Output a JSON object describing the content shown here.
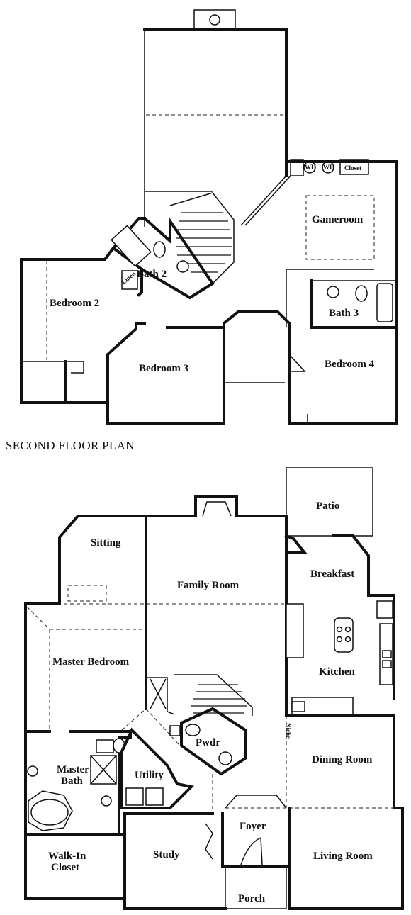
{
  "second_floor": {
    "title": "SECOND FLOOR PLAN",
    "rooms": {
      "bedroom_2": "Bedroom 2",
      "bath_2": "Bath 2",
      "linen": "Linen",
      "bedroom_3": "Bedroom 3",
      "gameroom": "Gameroom",
      "bath_3": "Bath 3",
      "bedroom_4": "Bedroom 4",
      "closet": "Closet",
      "wh_1": "WH",
      "wh_2": "WH"
    }
  },
  "first_floor": {
    "rooms": {
      "patio": "Patio",
      "sitting": "Sitting",
      "family_room": "Family Room",
      "breakfast": "Breakfast",
      "master_bedroom": "Master Bedroom",
      "kitchen": "Kitchen",
      "pwdr": "Pwdr",
      "master_bath_line1": "Master",
      "master_bath_line2": "Bath",
      "utility": "Utility",
      "dining_room": "Dining Room",
      "foyer": "Foyer",
      "study": "Study",
      "walk_in_line1": "Walk-In",
      "walk_in_line2": "Closet",
      "living_room": "Living Room",
      "porch": "Porch",
      "niche": "Niche"
    }
  }
}
